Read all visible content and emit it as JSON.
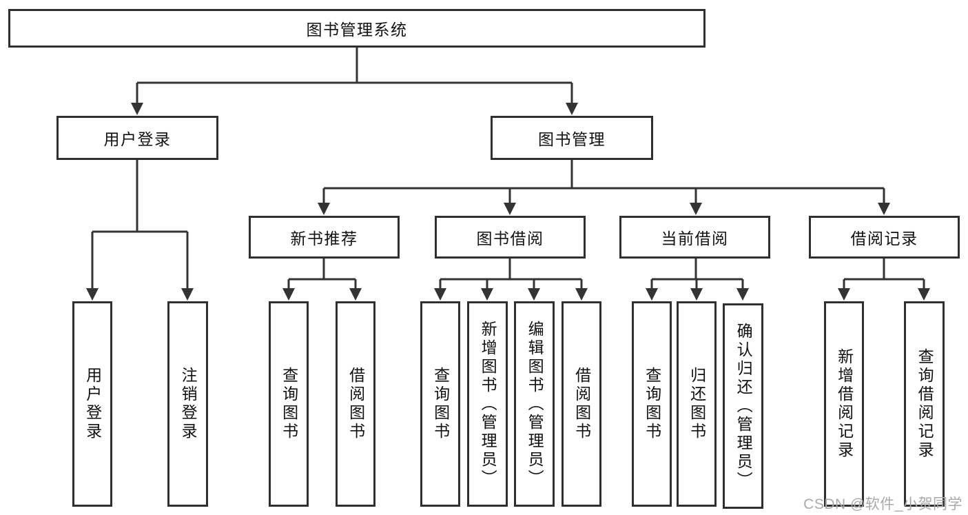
{
  "colors": {
    "line": "#333333",
    "box_border": "#2f2f2f",
    "text": "#111111",
    "watermark": "#a9a9a9",
    "background": "#ffffff"
  },
  "watermark": "CSDN @软件_小贺同学",
  "tree": {
    "root": {
      "label": "图书管理系统",
      "children": [
        {
          "label": "用户登录",
          "children": [
            {
              "label": "用户登录"
            },
            {
              "label": "注销登录"
            }
          ]
        },
        {
          "label": "图书管理",
          "children": [
            {
              "label": "新书推荐",
              "children": [
                {
                  "label": "查询图书"
                },
                {
                  "label": "借阅图书"
                }
              ]
            },
            {
              "label": "图书借阅",
              "children": [
                {
                  "label": "查询图书"
                },
                {
                  "label": "新增图书（管理员）"
                },
                {
                  "label": "编辑图书（管理员）"
                },
                {
                  "label": "借阅图书"
                }
              ]
            },
            {
              "label": "当前借阅",
              "children": [
                {
                  "label": "查询图书"
                },
                {
                  "label": "归还图书"
                },
                {
                  "label": "确认归还（管理员）"
                }
              ]
            },
            {
              "label": "借阅记录",
              "children": [
                {
                  "label": "新增借阅记录"
                },
                {
                  "label": "查询借阅记录"
                }
              ]
            }
          ]
        }
      ]
    }
  }
}
